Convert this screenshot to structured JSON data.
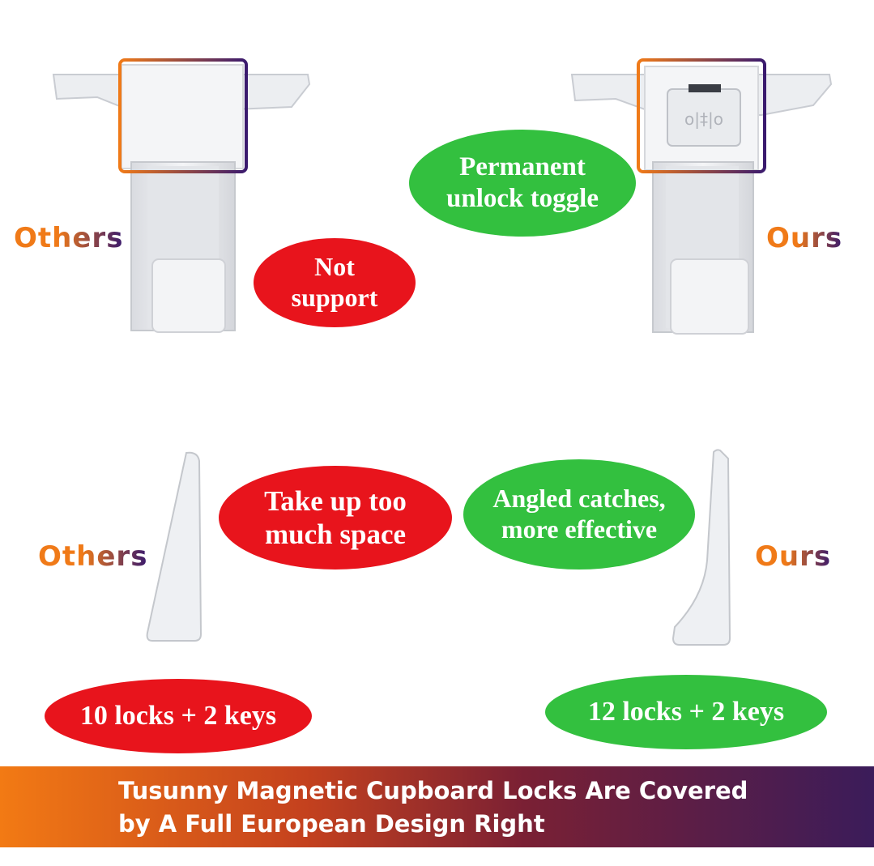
{
  "labels": {
    "top_left": "Others",
    "top_right": "Ours",
    "bottom_left": "Others",
    "bottom_right": "Ours"
  },
  "callouts": {
    "not_support": "Not\nsupport",
    "permanent_unlock": "Permanent\nunlock toggle",
    "take_up_space": "Take up too\nmuch space",
    "angled_catches": "Angled catches,\nmore effective",
    "others_count": "10 locks + 2 keys",
    "ours_count": "12 locks + 2 keys"
  },
  "banner": {
    "text": "Tusunny Magnetic Cupboard Locks Are Covered\nby A Full European Design Right"
  },
  "colors": {
    "callout_negative": "#e8141c",
    "callout_positive": "#33c03f",
    "highlight_frame_start": "#f07a18",
    "highlight_frame_end": "#3a1a6e"
  }
}
